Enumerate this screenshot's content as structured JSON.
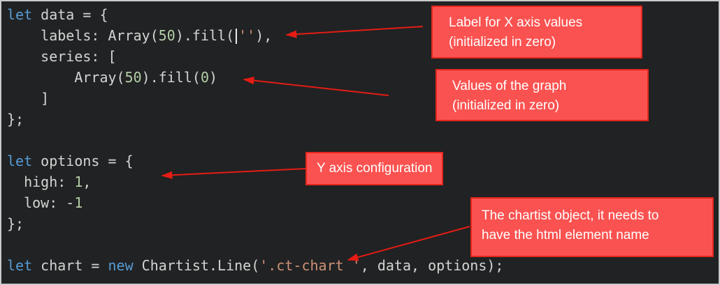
{
  "colors": {
    "background": "#212223",
    "frame_border": "#c9c9c9",
    "annotation_fill": "#fa5250",
    "annotation_border": "#e5261d",
    "annotation_text": "#ffffff",
    "arrow": "#e51c15",
    "tokens": {
      "keyword": "#569cd6",
      "default": "#d4d4d4",
      "number": "#b5cea8",
      "string": "#ce9178",
      "cursor": "#eaeaea"
    }
  },
  "code": {
    "lines": [
      [
        {
          "type": "keyword",
          "t": "let"
        },
        {
          "type": "default",
          "t": " data = {"
        }
      ],
      [
        {
          "type": "default",
          "t": "    labels: Array("
        },
        {
          "type": "number",
          "t": "50"
        },
        {
          "type": "default",
          "t": ").fill("
        },
        {
          "type": "cursor",
          "t": ""
        },
        {
          "type": "string",
          "t": "''"
        },
        {
          "type": "default",
          "t": "),"
        }
      ],
      [
        {
          "type": "default",
          "t": "    series: ["
        }
      ],
      [
        {
          "type": "default",
          "t": "        Array("
        },
        {
          "type": "number",
          "t": "50"
        },
        {
          "type": "default",
          "t": ").fill("
        },
        {
          "type": "number",
          "t": "0"
        },
        {
          "type": "default",
          "t": ")"
        }
      ],
      [
        {
          "type": "default",
          "t": "    ]"
        }
      ],
      [
        {
          "type": "default",
          "t": "};"
        }
      ],
      [],
      [
        {
          "type": "keyword",
          "t": "let"
        },
        {
          "type": "default",
          "t": " options = {"
        }
      ],
      [
        {
          "type": "default",
          "t": "  high: "
        },
        {
          "type": "number",
          "t": "1"
        },
        {
          "type": "default",
          "t": ","
        }
      ],
      [
        {
          "type": "default",
          "t": "  low: "
        },
        {
          "type": "default",
          "t": "-"
        },
        {
          "type": "number",
          "t": "1"
        }
      ],
      [
        {
          "type": "default",
          "t": "};"
        }
      ],
      [],
      [
        {
          "type": "keyword",
          "t": "let"
        },
        {
          "type": "default",
          "t": " chart = "
        },
        {
          "type": "keyword",
          "t": "new"
        },
        {
          "type": "default",
          "t": " Chartist.Line("
        },
        {
          "type": "string",
          "t": "'.ct-chart '"
        },
        {
          "type": "default",
          "t": ", data, options);"
        }
      ]
    ]
  },
  "annotations": [
    {
      "id": "x-axis-labels",
      "lines": [
        "Label for X axis values",
        "(initialized in zero)"
      ]
    },
    {
      "id": "graph-values",
      "lines": [
        "Values of the graph",
        "(initialized in zero)"
      ]
    },
    {
      "id": "y-axis-config",
      "lines": [
        "Y axis configuration"
      ]
    },
    {
      "id": "chartist-object",
      "lines": [
        "The chartist object, it needs to",
        "have the html element name"
      ]
    }
  ]
}
